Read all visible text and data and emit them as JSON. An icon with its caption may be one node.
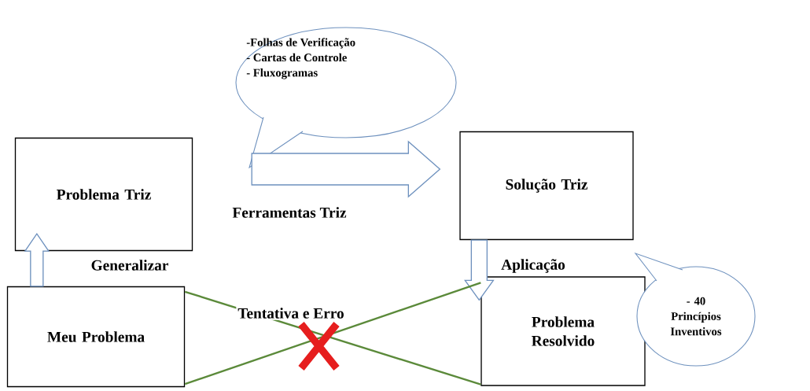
{
  "diagram": {
    "nodes": [
      {
        "text": [
          "Problema Triz"
        ]
      },
      {
        "text": [
          "Meu Problema"
        ]
      },
      {
        "text": [
          "Solução Triz"
        ]
      },
      {
        "text": [
          "Problema Resolvido"
        ]
      },
      {
        "text": [
          "-Folhas de Verificação",
          "- Cartas de Controle",
          "- Fluxogramas"
        ]
      },
      {
        "text": [
          "- 40 Princípios Inventivos"
        ]
      }
    ],
    "edges": [
      {
        "from": 1,
        "to": 0,
        "arrow": "to",
        "label": "Generalizar"
      },
      {
        "from": 0,
        "to": 2,
        "arrow": "to",
        "label": "Ferramentas Triz"
      },
      {
        "from": 2,
        "to": 3,
        "arrow": "to",
        "label": "Aplicação"
      },
      {
        "from": 1,
        "to": 3,
        "arrow": "none",
        "color": "#5b8a3a",
        "label": "Tentativa e Erro"
      },
      {
        "from": 1,
        "to": 3,
        "arrow": "none",
        "color": "#5b8a3a"
      }
    ]
  }
}
